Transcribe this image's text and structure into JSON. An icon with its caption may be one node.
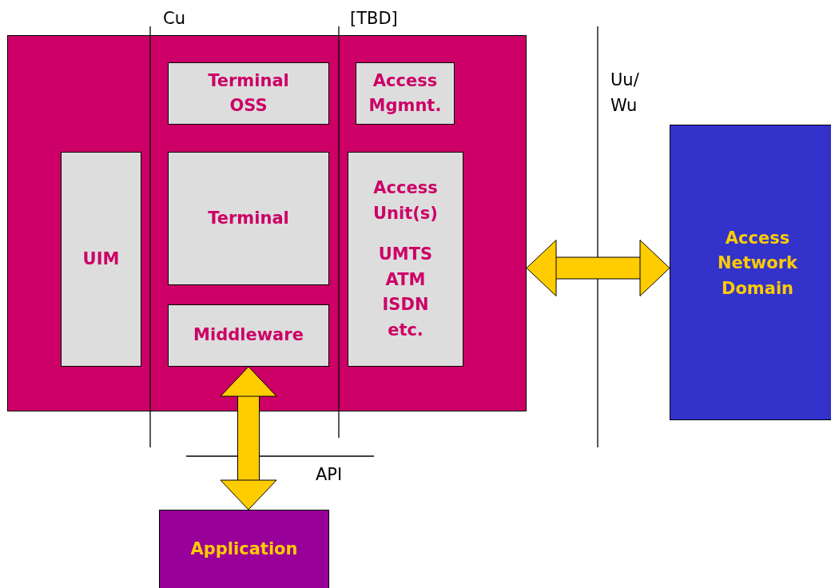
{
  "diagram": {
    "nodes": [
      {
        "text": [],
        "shape": "box"
      },
      {
        "text": [
          "Terminal OSS"
        ],
        "in": 0
      },
      {
        "text": [
          "Access Mgmnt."
        ],
        "in": 0
      },
      {
        "text": [
          "UIM"
        ],
        "in": 0
      },
      {
        "text": [
          "Terminal"
        ],
        "in": 0
      },
      {
        "text": [
          "Access Unit(s)",
          "UMTS ATM ISDN etc."
        ],
        "in": 0
      },
      {
        "text": [
          "Middleware"
        ],
        "in": 0
      },
      {
        "text": [
          "Access Network Domain"
        ]
      },
      {
        "text": [
          "Application"
        ]
      }
    ],
    "edges": [
      {
        "from": 6,
        "to": 8,
        "arrow": "both"
      },
      {
        "from": 0,
        "to": 7,
        "arrow": "both"
      }
    ],
    "labels": [
      "Cu",
      "[TBD]",
      "Uu/ Wu",
      "API"
    ]
  }
}
